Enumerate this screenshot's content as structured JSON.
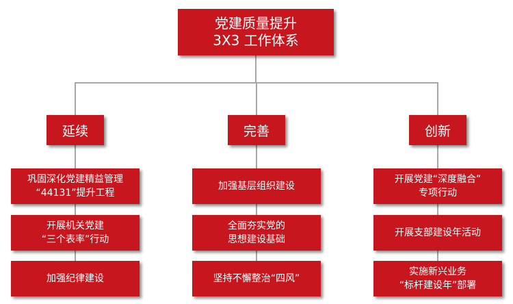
{
  "root": {
    "line1": "党建质量提升",
    "line2": "3X3 工作体系"
  },
  "colors": {
    "box_fill": "#c7161e",
    "text": "#ffffff",
    "connector": "#a6a6a6",
    "background": "#ffffff"
  },
  "columns": [
    {
      "label": "延续",
      "items": [
        {
          "line1": "巩固深化党建精益管理",
          "line2": "“44131”提升工程"
        },
        {
          "line1": "开展机关党建",
          "line2": "“三个表率”行动"
        },
        {
          "line1": "加强纪律建设",
          "line2": ""
        }
      ]
    },
    {
      "label": "完善",
      "items": [
        {
          "line1": "加强基层组织建设",
          "line2": ""
        },
        {
          "line1": "全面夯实党的",
          "line2": "思想建设基础"
        },
        {
          "line1": "坚持不懈整治“四风”",
          "line2": ""
        }
      ]
    },
    {
      "label": "创新",
      "items": [
        {
          "line1": "开展党建“深度融合”",
          "line2": "专项行动"
        },
        {
          "line1": "开展支部建设年活动",
          "line2": ""
        },
        {
          "line1": "实施新兴业务",
          "line2": "“标杆建设年”部署"
        }
      ]
    }
  ]
}
